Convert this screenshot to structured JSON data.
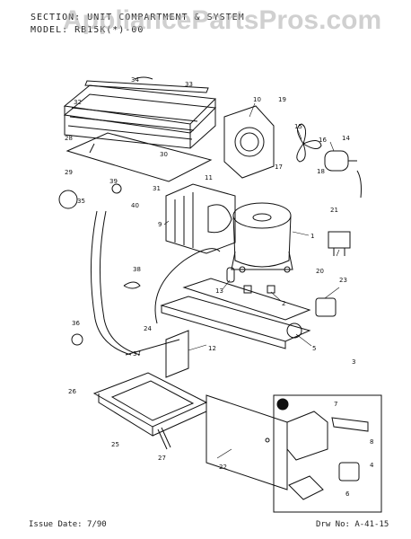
{
  "header": {
    "section_line": "SECTION: UNIT COMPARTMENT & SYSTEM",
    "model_line": "MODEL: RB15K(*)-00"
  },
  "watermark": "AppliancePartsPros.com",
  "footer": {
    "issue": "Issue Date: 7/90",
    "drawing": "Drw No: A-41-15"
  },
  "callouts": [
    "1",
    "2",
    "3",
    "4",
    "5",
    "6",
    "7",
    "8",
    "9",
    "10",
    "11",
    "12",
    "13",
    "14",
    "15",
    "16",
    "17",
    "18",
    "19",
    "20",
    "21",
    "22",
    "23",
    "24",
    "25",
    "26",
    "27",
    "28",
    "29",
    "30",
    "31",
    "32",
    "33",
    "34",
    "35",
    "36",
    "37",
    "38",
    "39",
    "40"
  ],
  "inset_label": "1",
  "colors": {
    "line": "#111111",
    "watermark": "#aaaaaa"
  }
}
